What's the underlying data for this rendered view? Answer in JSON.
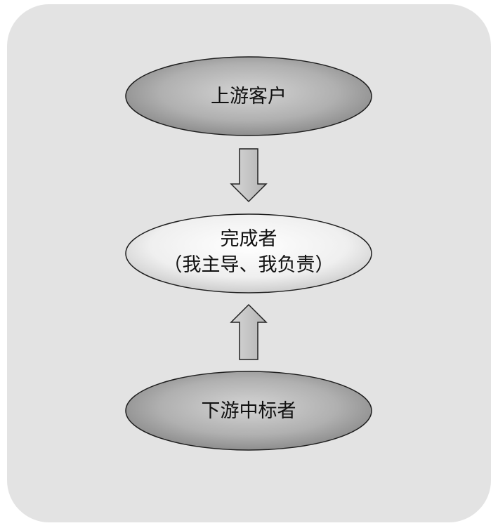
{
  "diagram": {
    "nodes": [
      {
        "id": "upstream",
        "lines": [
          "上游客户"
        ]
      },
      {
        "id": "completer",
        "lines": [
          "完成者",
          "（我主导、我负责）"
        ]
      },
      {
        "id": "downstream",
        "lines": [
          "下游中标者"
        ]
      }
    ],
    "edges": [
      {
        "from": "upstream",
        "to": "completer",
        "direction": "down"
      },
      {
        "from": "downstream",
        "to": "completer",
        "direction": "up"
      }
    ],
    "colors": {
      "panel": "#e3e3e3",
      "node_dark_center": "#d2d2d2",
      "node_dark_edge": "#8a8a8a",
      "node_light_center": "#fbfbfb",
      "node_light_edge": "#cfcfcf",
      "arrow_fill": "#c4c4c4",
      "stroke": "#222222"
    }
  }
}
